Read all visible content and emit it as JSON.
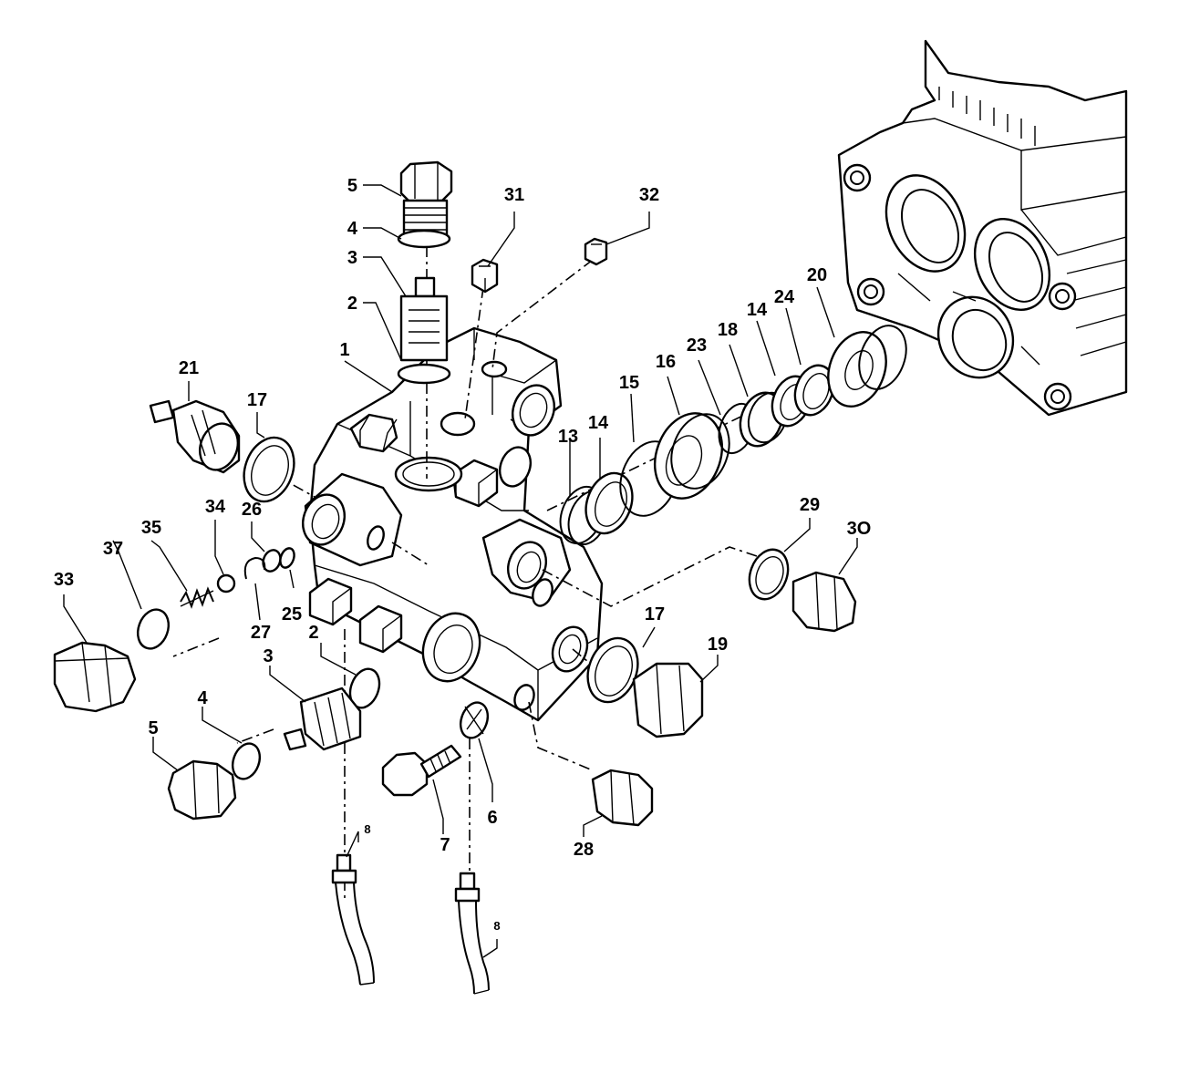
{
  "labels": {
    "l1": "1",
    "l2a": "2",
    "l2b": "2",
    "l3a": "3",
    "l3b": "3",
    "l4a": "4",
    "l4b": "4",
    "l5a": "5",
    "l5b": "5",
    "l6": "6",
    "l7": "7",
    "l8a": "8",
    "l8b": "8",
    "l13": "13",
    "l14a": "14",
    "l14b": "14",
    "l15": "15",
    "l16": "16",
    "l17a": "17",
    "l17b": "17",
    "l18": "18",
    "l19": "19",
    "l20": "20",
    "l21": "21",
    "l23": "23",
    "l24": "24",
    "l25": "25",
    "l26": "26",
    "l27": "27",
    "l28": "28",
    "l29": "29",
    "l30": "3O",
    "l31": "31",
    "l32": "32",
    "l33": "33",
    "l34": "34",
    "l35": "35",
    "l37": "37"
  }
}
